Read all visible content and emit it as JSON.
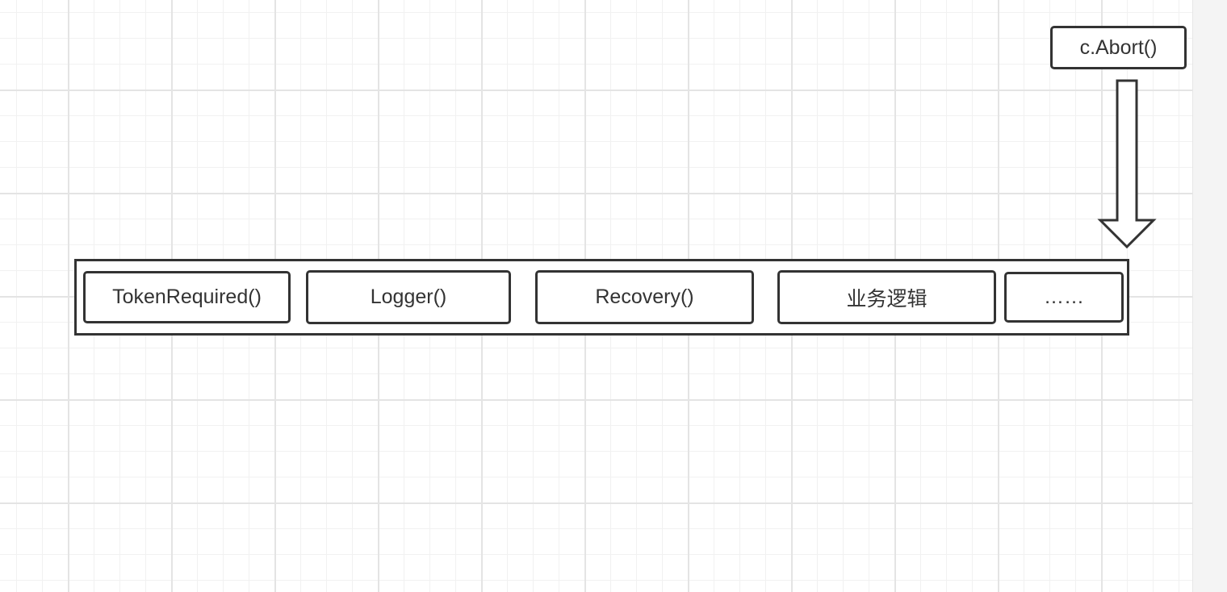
{
  "diagram": {
    "middleware_chain": [
      {
        "label": "TokenRequired()"
      },
      {
        "label": "Logger()"
      },
      {
        "label": "Recovery()"
      },
      {
        "label": "业务逻辑"
      },
      {
        "label": "……"
      }
    ],
    "abort_call": {
      "label": "c.Abort()"
    },
    "arrow": {
      "direction": "down"
    }
  },
  "colors": {
    "stroke": "#333333",
    "grid_major": "#e4e4e4",
    "grid_minor": "#f1f1f1",
    "background": "#ffffff",
    "side_panel": "#f4f4f4"
  }
}
